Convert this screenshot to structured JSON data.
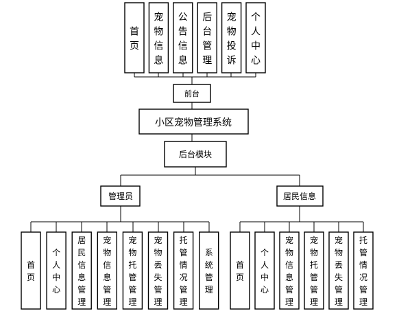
{
  "frontend": {
    "label": "前台",
    "items": [
      "首页",
      "宠物信息",
      "公告信息",
      "后台管理",
      "宠物投诉",
      "个人中心"
    ]
  },
  "system": {
    "label": "小区宠物管理系统"
  },
  "backend": {
    "label": "后台模块"
  },
  "admin": {
    "label": "管理员",
    "items": [
      "首页",
      "个人中心",
      "居民信息管理",
      "宠物信息管理",
      "宠物托管管理",
      "宠物丢失管理",
      "托管情况管理",
      "系统管理"
    ]
  },
  "resident": {
    "label": "居民信息",
    "items": [
      "首页",
      "个人中心",
      "宠物信息管理",
      "宠物托管管理",
      "宠物丢失管理",
      "托管情况管理"
    ]
  }
}
